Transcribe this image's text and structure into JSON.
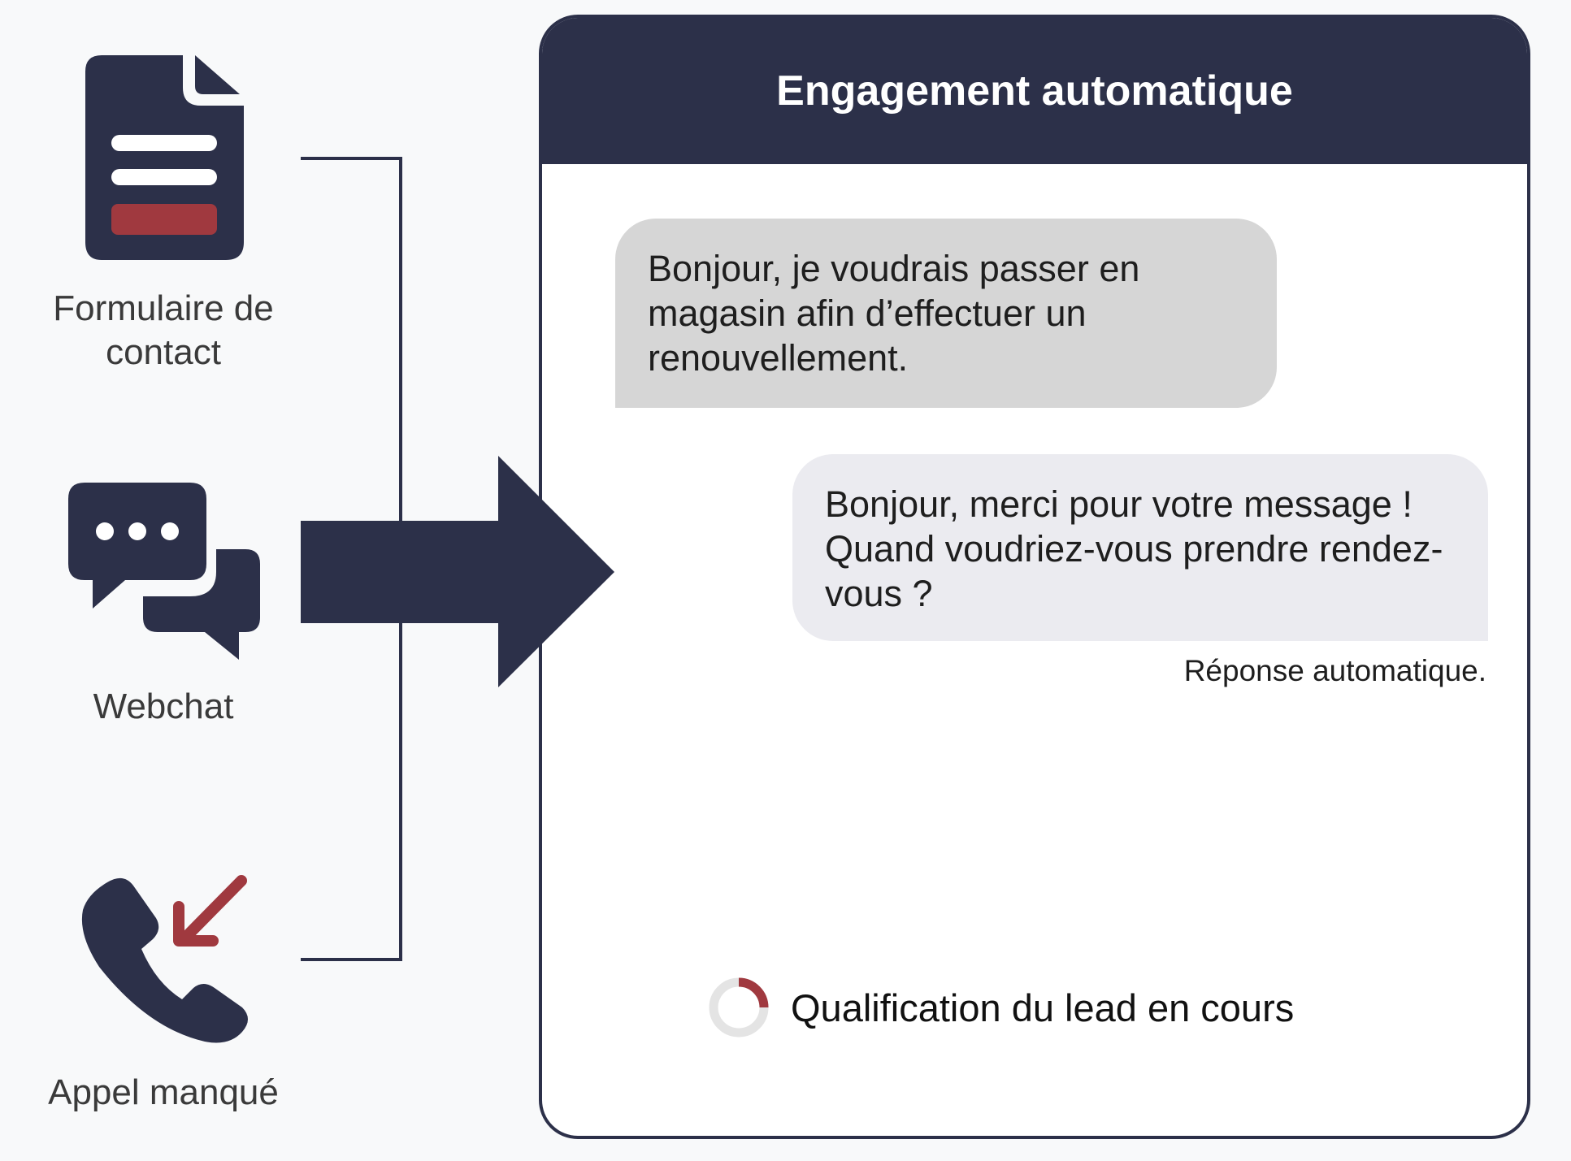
{
  "sources": [
    {
      "label": "Formulaire de contact",
      "icon": "contact-form-icon"
    },
    {
      "label": "Webchat",
      "icon": "webchat-icon"
    },
    {
      "label": "Appel manqué",
      "icon": "missed-call-icon"
    }
  ],
  "panel": {
    "title": "Engagement automatique",
    "messages": [
      {
        "sender": "customer",
        "text": "Bonjour, je voudrais passer en magasin afin d’effectuer un renouvellement."
      },
      {
        "sender": "bot",
        "text": "Bonjour, merci pour votre message ! Quand voudriez-vous prendre rendez-vous ?"
      }
    ],
    "auto_reply_note": "Réponse automatique.",
    "status": {
      "text": "Qualification du lead en cours",
      "icon": "loading-spinner-icon",
      "progress": 0.25
    }
  },
  "colors": {
    "navy": "#2c3049",
    "accent_red": "#a0393f",
    "customer_bubble": "#d6d6d6",
    "bot_bubble": "#ebebf0"
  }
}
